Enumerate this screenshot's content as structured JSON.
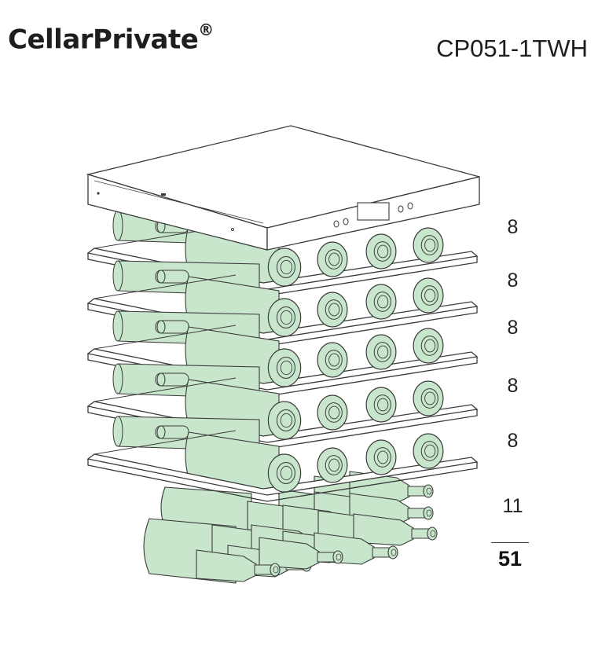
{
  "header": {
    "brand": "CellarPrivate",
    "registered_mark": "®",
    "model": "CP051-1TWH"
  },
  "shelves": [
    {
      "count": "8"
    },
    {
      "count": "8"
    },
    {
      "count": "8"
    },
    {
      "count": "8"
    },
    {
      "count": "8"
    }
  ],
  "bottom": {
    "count": "11"
  },
  "total": "51",
  "colors": {
    "bottle_fill": "#c8e6cc",
    "outline": "#3a3a3a",
    "background": "#ffffff"
  }
}
